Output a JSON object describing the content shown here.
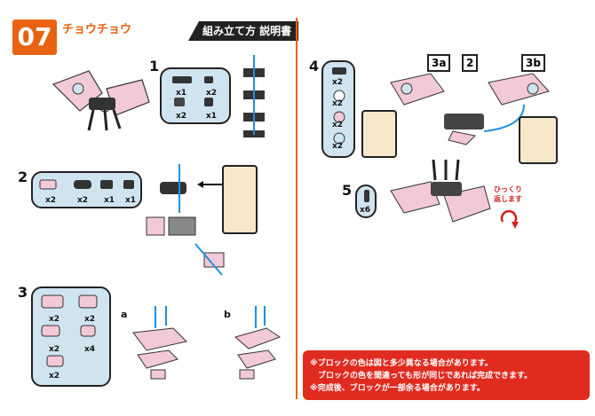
{
  "header": {
    "number": "07",
    "title": "チョウチョウ",
    "manual_label": "組み立て方 説明書"
  },
  "steps": {
    "s1": {
      "num": "1",
      "parts": [
        "x1",
        "x2",
        "x2",
        "x1"
      ]
    },
    "s2": {
      "num": "2",
      "parts": [
        "x2",
        "x2",
        "x1",
        "x1"
      ]
    },
    "s3": {
      "num": "3",
      "parts": [
        "x2",
        "x2",
        "x2",
        "x4",
        "x2"
      ],
      "sub_a": "a",
      "sub_b": "b"
    },
    "s4": {
      "num": "4",
      "parts": [
        "x2",
        "x2",
        "x2",
        "x2"
      ],
      "tags": [
        "3a",
        "2",
        "3b"
      ]
    },
    "s5": {
      "num": "5",
      "parts": [
        "x6"
      ]
    }
  },
  "flip_text": [
    "ひっくり",
    "返します"
  ],
  "notes": [
    "※ブロックの色は図と多少異なる場合があります。",
    "　ブロックの色を間違っても形が同じであれば完成できます。",
    "※完成後、ブロックが一部余る場合があります。"
  ],
  "colors": {
    "accent": "#e8620f",
    "box": "#cfe4ef",
    "inset": "#f6e8c9",
    "notice": "#e02b20",
    "pink": "#f2c9d6",
    "arrow": "#1e8fe0"
  }
}
